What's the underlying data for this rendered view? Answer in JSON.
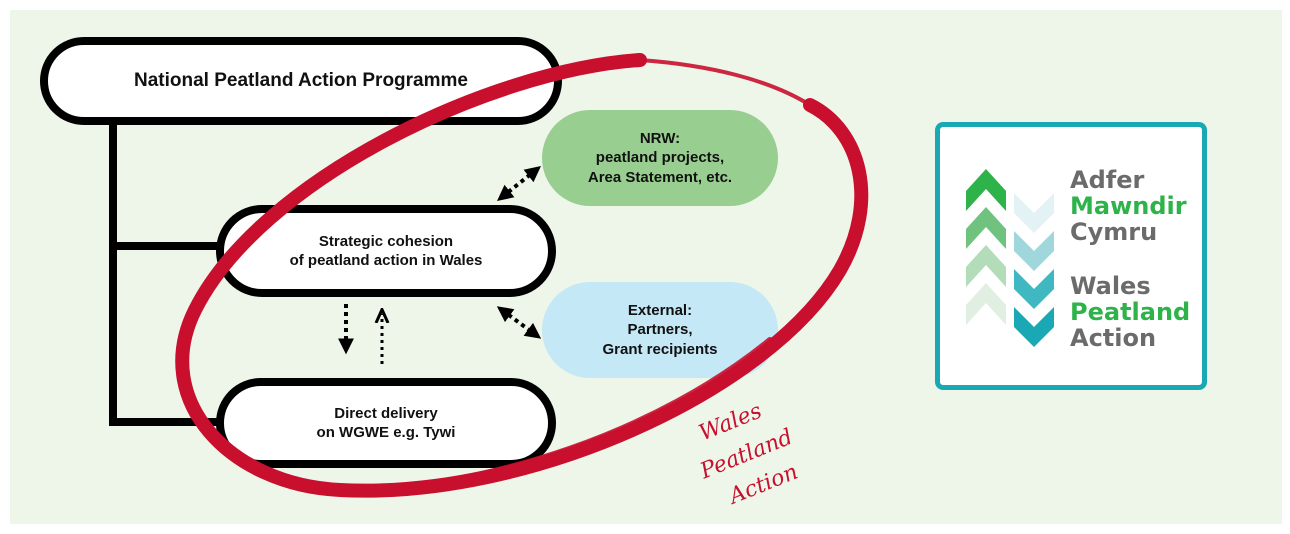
{
  "programme": {
    "label": "National Peatland Action Programme"
  },
  "strategic": {
    "line1": "Strategic cohesion",
    "line2": "of peatland action in Wales"
  },
  "direct": {
    "line1": "Direct delivery",
    "line2": "on WGWE e.g. Tywi"
  },
  "nrw": {
    "line1": "NRW:",
    "line2": "peatland projects,",
    "line3": "Area Statement, etc."
  },
  "external": {
    "line1": "External:",
    "line2": "Partners,",
    "line3": "Grant recipients"
  },
  "ellipse_label": {
    "line1": "Wales",
    "line2": "Peatland",
    "line3": "Action"
  },
  "logo": {
    "welsh_line1": "Adfer",
    "welsh_line2": "Mawndir",
    "welsh_line3": "Cymru",
    "english_line1": "Wales",
    "english_line2": "Peatland",
    "english_line3": "Action",
    "colors": {
      "grey": "#6b6b6b",
      "green": "#2db34a",
      "teal": "#1aa9b4"
    }
  },
  "colors": {
    "background": "#eef6ea",
    "ellipse": "#c8102e",
    "nrw_fill": "#98ce8f",
    "external_fill": "#c5e8f7",
    "outline": "#000000"
  }
}
